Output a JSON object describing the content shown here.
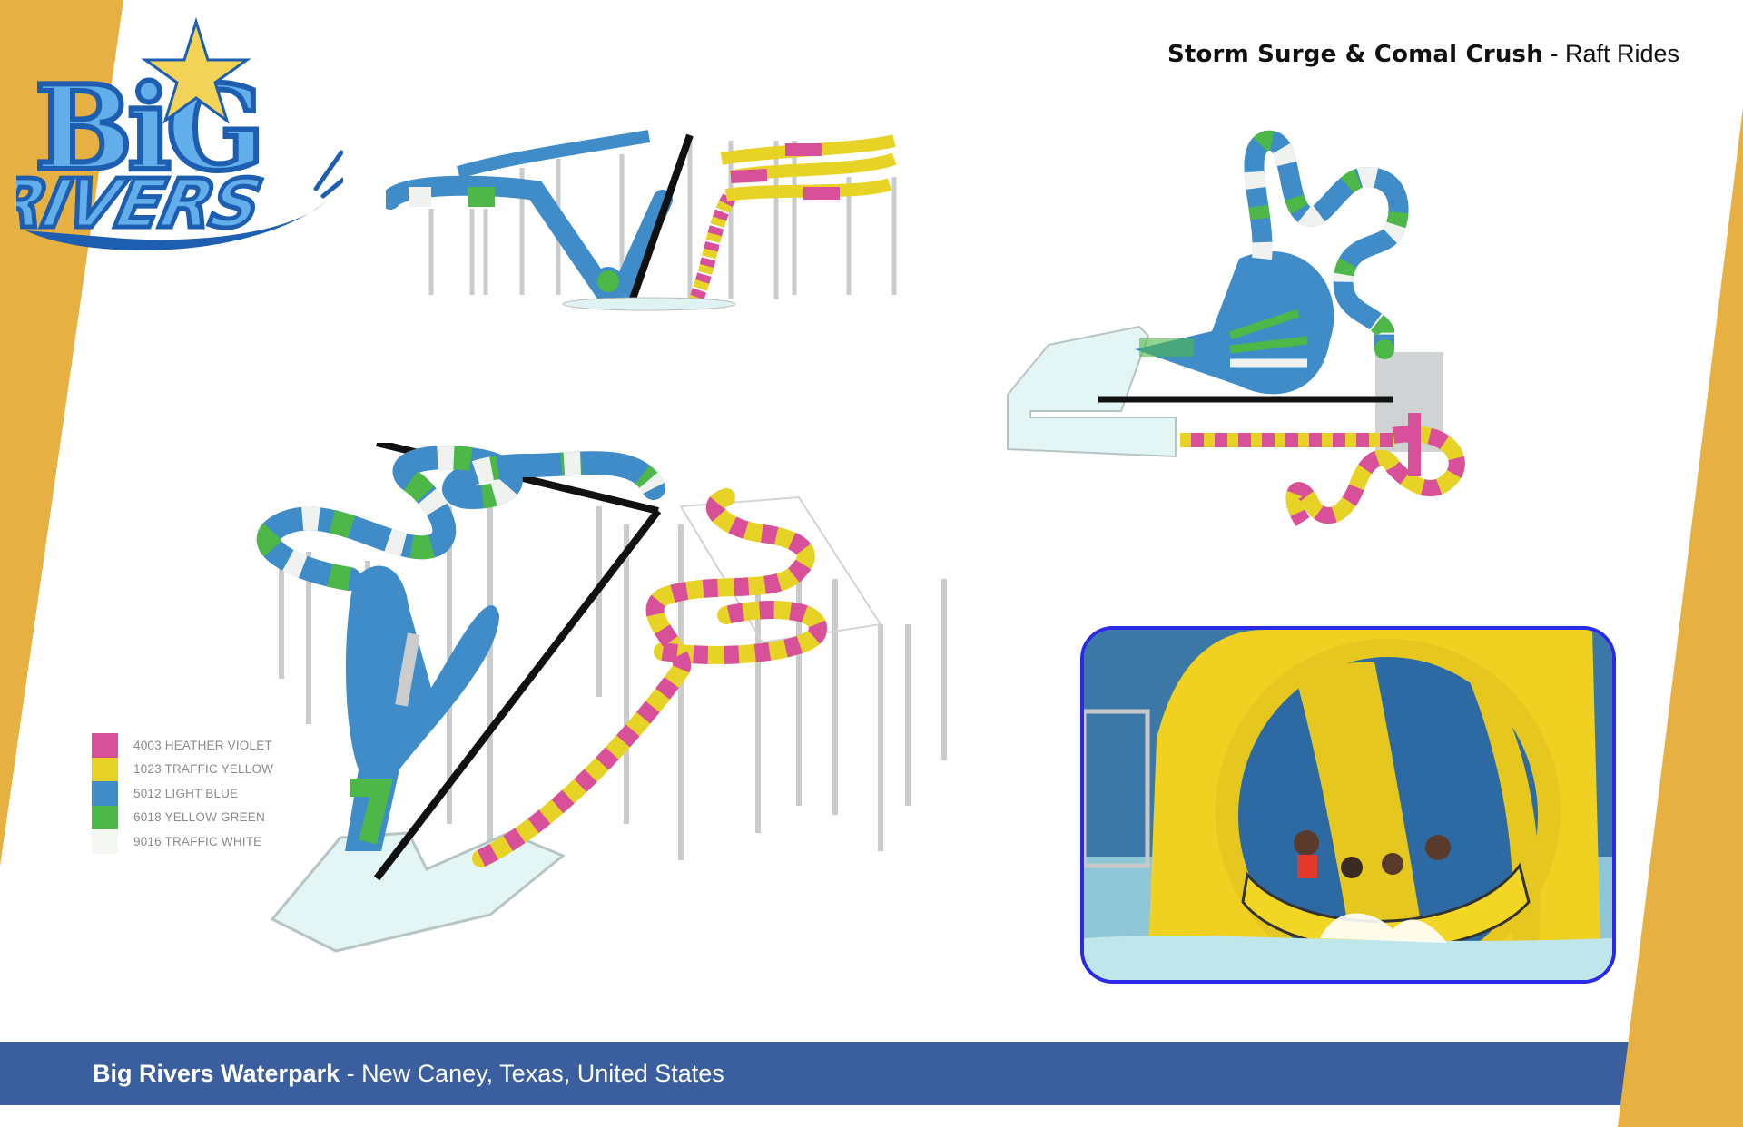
{
  "header": {
    "title_bold": "Storm Surge & Comal Crush",
    "title_rest": " - Raft Rides"
  },
  "logo": {
    "line1": "BIG",
    "line2": "RIVERS",
    "icon": "star-icon"
  },
  "legend": {
    "items": [
      {
        "label": "4003 HEATHER VIOLET",
        "color": "#d9509a"
      },
      {
        "label": "1023 TRAFFIC YELLOW",
        "color": "#e6d325"
      },
      {
        "label": "5012 LIGHT BLUE",
        "color": "#3f8cc8"
      },
      {
        "label": "6018 YELLOW GREEN",
        "color": "#4db848"
      },
      {
        "label": "9016 TRAFFIC WHITE",
        "color": "#f5f7f2"
      }
    ]
  },
  "footer": {
    "park_name": "Big Rivers Waterpark",
    "location": " - New Caney, Texas, United States"
  },
  "colors": {
    "accent_orange": "#e6b042",
    "footer_blue": "#3a5e9e",
    "photo_border": "#2a2ae6"
  },
  "images": {
    "elevation_view": "slide-elevation-drawing",
    "plan_view": "slide-plan-drawing",
    "perspective_view": "slide-perspective-drawing",
    "photo": "raft-ride-photo"
  }
}
